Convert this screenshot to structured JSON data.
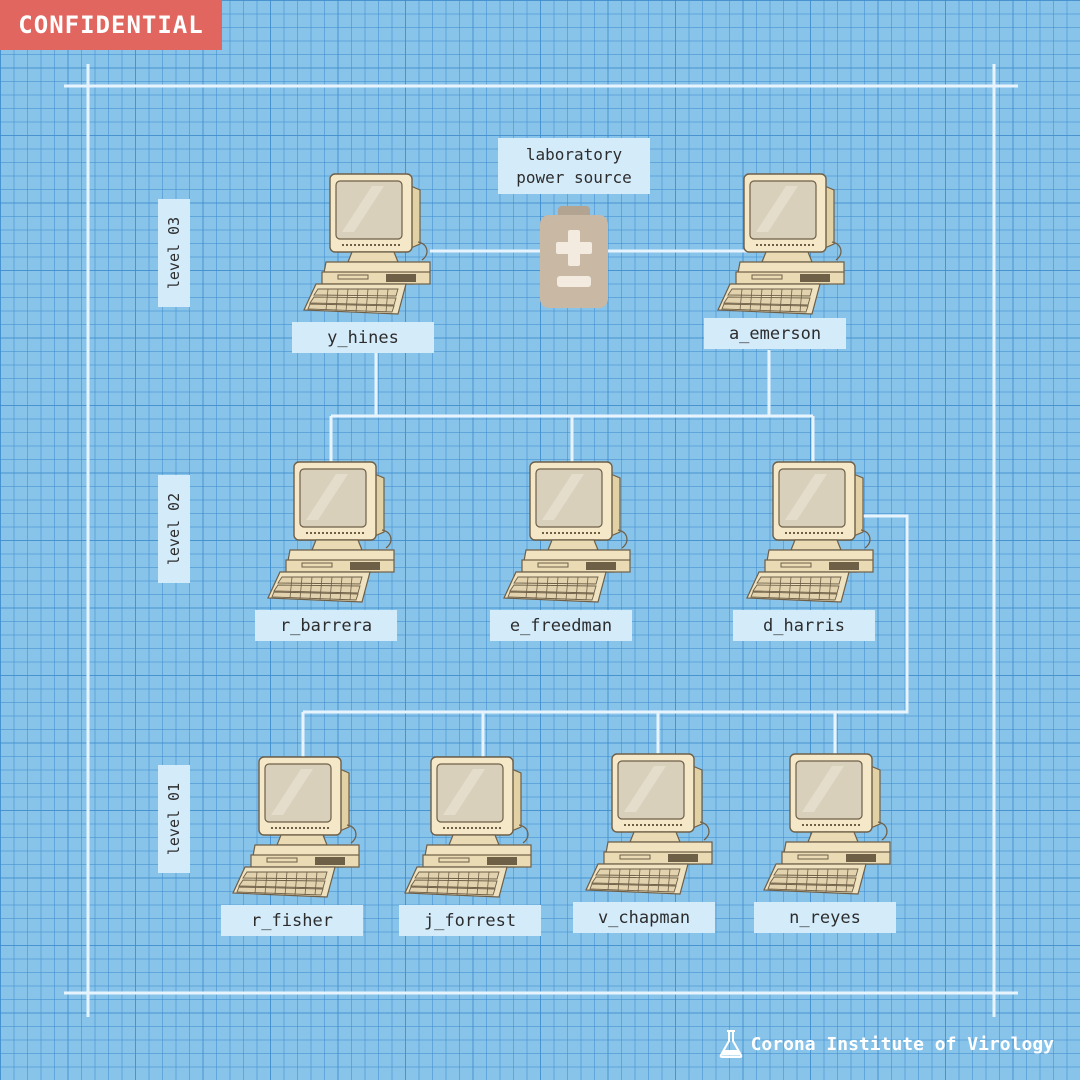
{
  "badge": "CONFIDENTIAL",
  "power_source": {
    "line1": "laboratory",
    "line2": "power source",
    "icon": "battery-medical-icon"
  },
  "levels": [
    "level 03",
    "level 02",
    "level 01"
  ],
  "nodes": {
    "y_hines": "y_hines",
    "a_emerson": "a_emerson",
    "r_barrera": "r_barrera",
    "e_freedman": "e_freedman",
    "d_harris": "d_harris",
    "r_fisher": "r_fisher",
    "j_forrest": "j_forrest",
    "v_chapman": "v_chapman",
    "n_reyes": "n_reyes"
  },
  "footer": {
    "text": "Corona Institute of Virology",
    "icon": "flask-icon"
  },
  "colors": {
    "background": "#88c3ea",
    "badge": "#e0665f",
    "label_bg": "#d4ebfa",
    "wire": "#e8f4fd",
    "computer": "#f3e6c6",
    "battery": "#c9b8a4"
  }
}
